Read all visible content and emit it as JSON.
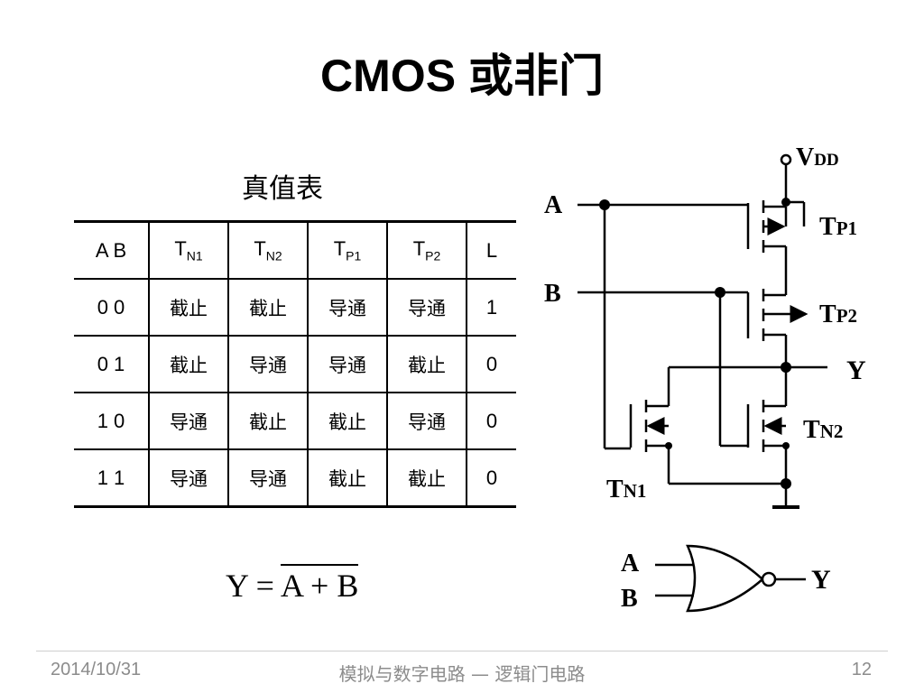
{
  "title": "CMOS 或非门",
  "table": {
    "caption": "真值表",
    "headers": [
      {
        "main": "A B",
        "sub": ""
      },
      {
        "main": "T",
        "sub": "N1"
      },
      {
        "main": "T",
        "sub": "N2"
      },
      {
        "main": "T",
        "sub": "P1"
      },
      {
        "main": "T",
        "sub": "P2"
      },
      {
        "main": "L",
        "sub": ""
      }
    ],
    "rows": [
      [
        "0  0",
        "截止",
        "截止",
        "导通",
        "导通",
        "1"
      ],
      [
        "0  1",
        "截止",
        "导通",
        "导通",
        "截止",
        "0"
      ],
      [
        "1  0",
        "导通",
        "截止",
        "截止",
        "导通",
        "0"
      ],
      [
        "1  1",
        "导通",
        "导通",
        "截止",
        "截止",
        "0"
      ]
    ]
  },
  "formula": {
    "lhs": "Y",
    "eq": "=",
    "rhs": "A + B"
  },
  "circuit": {
    "vdd": "V",
    "vdd_sub": "DD",
    "input_a": "A",
    "input_b": "B",
    "output": "Y",
    "tp1": "T",
    "tp1_sub": "P1",
    "tp2": "T",
    "tp2_sub": "P2",
    "tn1": "T",
    "tn1_sub": "N1",
    "tn2": "T",
    "tn2_sub": "N2"
  },
  "gate_symbol": {
    "input_a": "A",
    "input_b": "B",
    "output": "Y"
  },
  "footer": {
    "date": "2014/10/31",
    "center": "模拟与数字电路 — 逻辑门电路",
    "page": "12"
  }
}
